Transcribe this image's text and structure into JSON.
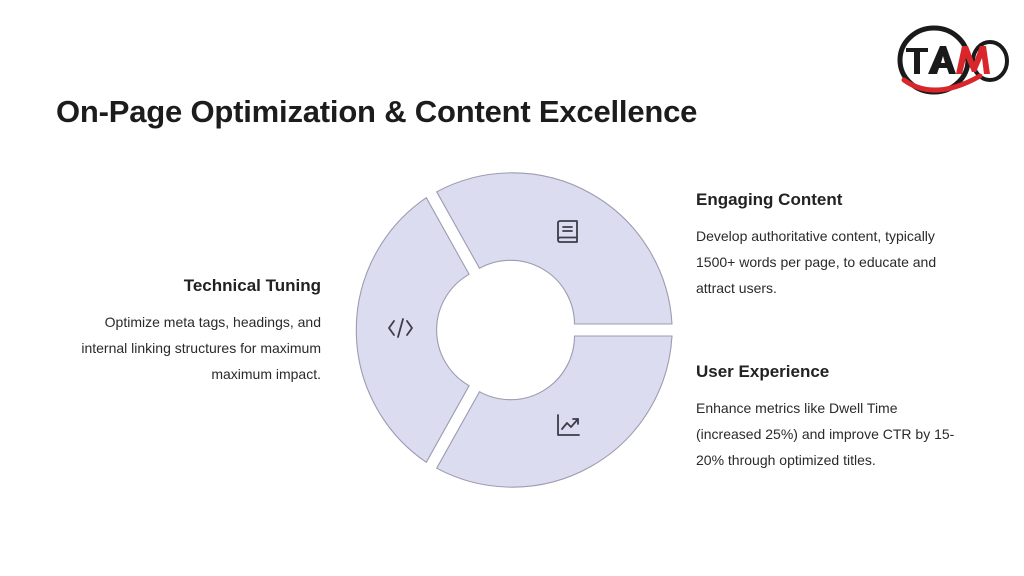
{
  "title": "On-Page Optimization & Content Excellence",
  "logo": {
    "text": "TAM",
    "colors": {
      "dark": "#1a1a1a",
      "red": "#d9262b"
    }
  },
  "colors": {
    "segment_fill": "#dcdcf0",
    "segment_stroke": "#9c9cb0"
  },
  "segments": [
    {
      "id": "engaging",
      "icon": "book-icon",
      "heading": "Engaging Content",
      "body": "Develop authoritative content, typically 1500+ words per page, to educate and attract users."
    },
    {
      "id": "ux",
      "icon": "trending-chart-icon",
      "heading": "User Experience",
      "body": "Enhance metrics like Dwell Time (increased 25%) and improve CTR by 15-20% through optimized titles."
    },
    {
      "id": "technical",
      "icon": "code-icon",
      "heading": "Technical Tuning",
      "body": "Optimize meta tags, headings, and internal linking structures for maximum maximum impact."
    }
  ]
}
